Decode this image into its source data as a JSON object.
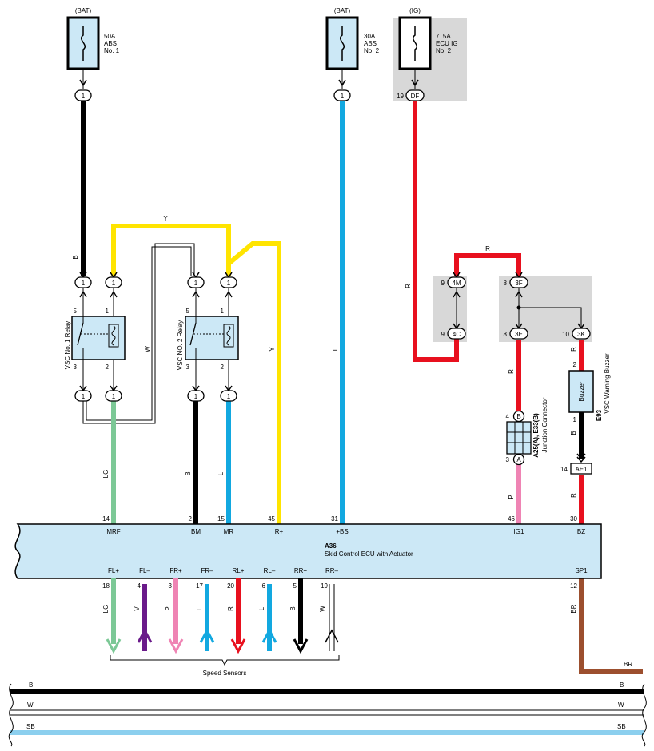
{
  "colors": {
    "black": "#000000",
    "blue": "#12a8e0",
    "red": "#e8101e",
    "yellow": "#ffe400",
    "light_green": "#7cc896",
    "violet": "#6a1a8a",
    "pink": "#ef84b4",
    "brown": "#9c4f2e",
    "sky_blue": "#8ccfee",
    "ecu_fill": "#cce8f6",
    "shade": "#d8d8d8"
  },
  "fuses": [
    {
      "source": "(BAT)",
      "rating": "50A",
      "name1": "ABS",
      "name2": "No. 1",
      "pin": "1"
    },
    {
      "source": "(BAT)",
      "rating": "30A",
      "name1": "ABS",
      "name2": "No. 2",
      "pin": "1"
    },
    {
      "source": "(IG)",
      "rating": "7. 5A",
      "name1": "ECU IG",
      "name2": "No. 2",
      "pin": "DF",
      "pin_num": "19"
    }
  ],
  "relays": [
    {
      "name": "VSC No. 1 Relay",
      "pin_top_left": "5",
      "pin_top_right": "1",
      "pin_bot_left": "3",
      "pin_bot_right": "2"
    },
    {
      "name": "VSC NO. 2 Relay",
      "pin_top_left": "5",
      "pin_top_right": "1",
      "pin_bot_left": "3",
      "pin_bot_right": "2"
    }
  ],
  "connector_pins": {
    "one": "1",
    "c4M": "4M",
    "c4M_num": "9",
    "c4C": "4C",
    "c4C_num": "9",
    "c3F": "3F",
    "c3F_num": "8",
    "c3E": "3E",
    "c3E_num": "8",
    "c3K": "3K",
    "c3K_num": "10",
    "jB": "B",
    "jB_num": "4",
    "jA": "A",
    "jA_num": "3",
    "ae1": "AE1",
    "ae1_num": "14"
  },
  "wire_colors": {
    "fuse1": "B",
    "relay_y": "Y",
    "relay1_w": "W",
    "relay2_y": "Y",
    "fuse2": "L",
    "ig": "R",
    "ig_top": "R",
    "jc_r": "R",
    "jc_out": "R",
    "buzz_in": "R",
    "buzz_out": "B",
    "bz_in": "R",
    "jc_p": "P",
    "mrf": "LG",
    "bm": "B",
    "mr": "L",
    "sp1": "BR",
    "bus_br": "BR"
  },
  "junction_connector": {
    "id": "A25(A), E33(B)",
    "name": "Junction Connector"
  },
  "buzzer": {
    "label": "Buzzer",
    "id": "E93",
    "name": "VSC Warning Buzzer",
    "pin_top": "2",
    "pin_bot": "1"
  },
  "ecu": {
    "id": "A36",
    "name": "Skid Control ECU with Actuator",
    "top_pins": [
      {
        "num": "14",
        "label": "MRF"
      },
      {
        "num": "2",
        "label": "BM"
      },
      {
        "num": "15",
        "label": "MR"
      },
      {
        "num": "45",
        "label": "R+"
      },
      {
        "num": "31",
        "label": "+BS"
      },
      {
        "num": "46",
        "label": "IG1"
      },
      {
        "num": "30",
        "label": "BZ"
      }
    ],
    "bottom_pins": [
      {
        "label": "FL+",
        "num": "18",
        "wire": "LG"
      },
      {
        "label": "FL–",
        "num": "4",
        "wire": "V"
      },
      {
        "label": "FR+",
        "num": "3",
        "wire": "P"
      },
      {
        "label": "FR–",
        "num": "17",
        "wire": "L"
      },
      {
        "label": "RL+",
        "num": "20",
        "wire": "R"
      },
      {
        "label": "RL–",
        "num": "6",
        "wire": "L"
      },
      {
        "label": "RR+",
        "num": "5",
        "wire": "B"
      },
      {
        "label": "RR–",
        "num": "19",
        "wire": "W"
      },
      {
        "label": "SP1",
        "num": "12",
        "wire": "BR"
      }
    ]
  },
  "speed_sensors_label": "Speed Sensors",
  "bus_lines": [
    {
      "label": "B"
    },
    {
      "label": "W"
    },
    {
      "label": "SB"
    }
  ]
}
